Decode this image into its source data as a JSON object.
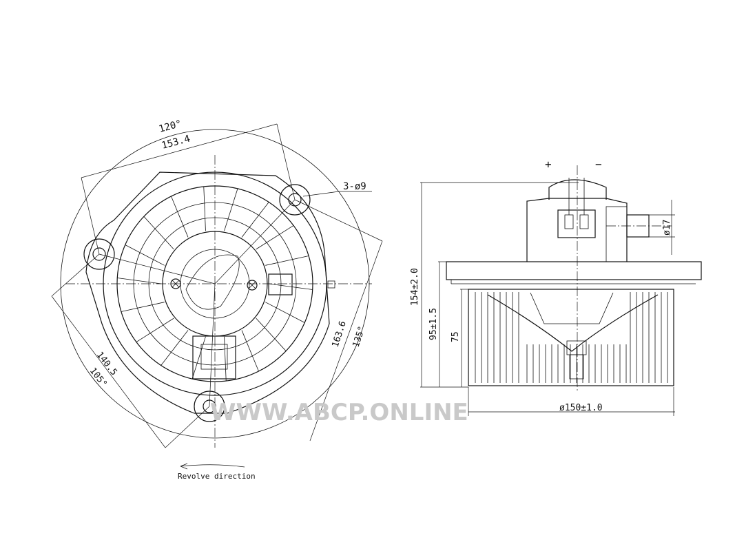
{
  "front_view": {
    "angle_top": "120°",
    "span_top": "153.4",
    "holes": "3-ø9",
    "span_right": "163.6",
    "angle_right": "135°",
    "span_left": "140.5",
    "angle_left": "105°",
    "rotation_note": "Revolve direction"
  },
  "side_view": {
    "terminal_plus": "+",
    "terminal_minus": "−",
    "shaft_dia": "ø17",
    "total_height": "154±2.0",
    "wheel_height": "95±1.5",
    "blade_height": "75",
    "wheel_dia": "ø150±1.0"
  },
  "watermark": "WWW.ABCP.ONLINE",
  "colors": {
    "line": "#111111",
    "watermark": "#c9c9c9",
    "background": "#ffffff"
  }
}
